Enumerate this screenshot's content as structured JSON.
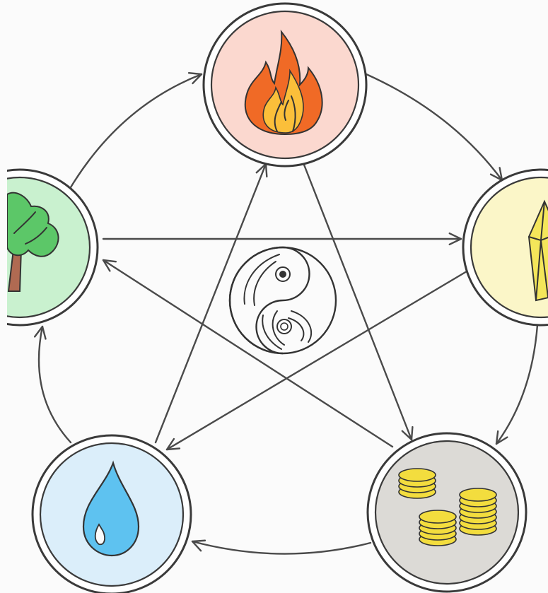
{
  "diagram": {
    "nodes": [
      {
        "id": "fire",
        "icon": "fire-icon",
        "fill": "#fbd8cf"
      },
      {
        "id": "earth",
        "icon": "crystal-icon",
        "fill": "#fbf6c8"
      },
      {
        "id": "metal",
        "icon": "gold-coins-icon",
        "fill": "#dcdad6"
      },
      {
        "id": "water",
        "icon": "water-drop-icon",
        "fill": "#dbeefa"
      },
      {
        "id": "wood",
        "icon": "tree-icon",
        "fill": "#c9f1cf"
      }
    ],
    "center_icon": "yin-yang-icon",
    "generating_cycle": [
      {
        "from": "wood",
        "to": "fire"
      },
      {
        "from": "fire",
        "to": "earth"
      },
      {
        "from": "earth",
        "to": "metal"
      },
      {
        "from": "metal",
        "to": "water"
      },
      {
        "from": "water",
        "to": "wood"
      }
    ],
    "overcoming_cycle": [
      {
        "from": "fire",
        "to": "metal"
      },
      {
        "from": "metal",
        "to": "wood"
      },
      {
        "from": "wood",
        "to": "earth"
      },
      {
        "from": "earth",
        "to": "water"
      },
      {
        "from": "water",
        "to": "fire"
      }
    ],
    "colors": {
      "line": "#4a4a4a",
      "flame_outer": "#f06a26",
      "flame_inner": "#fbbf3a",
      "leaf": "#5cc768",
      "trunk": "#b06a52",
      "crystal": "#f4e65a",
      "water": "#5ec2f0",
      "coin": "#f3dd3e"
    }
  }
}
